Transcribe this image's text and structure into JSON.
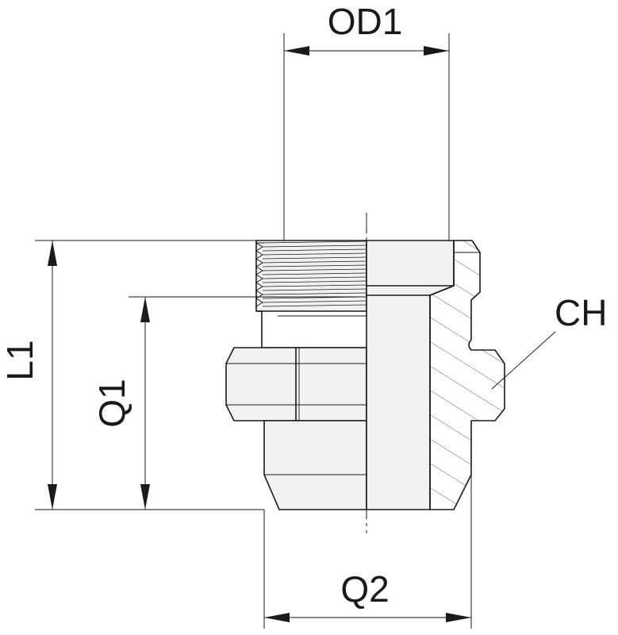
{
  "labels": {
    "od1": "OD1",
    "l1": "L1",
    "q1": "Q1",
    "q2": "Q2",
    "ch": "CH"
  },
  "colors": {
    "line": "#1a1a1a",
    "body_fill": "#f1f1f1",
    "section_fill": "#e3e3e3",
    "background": "#ffffff"
  }
}
